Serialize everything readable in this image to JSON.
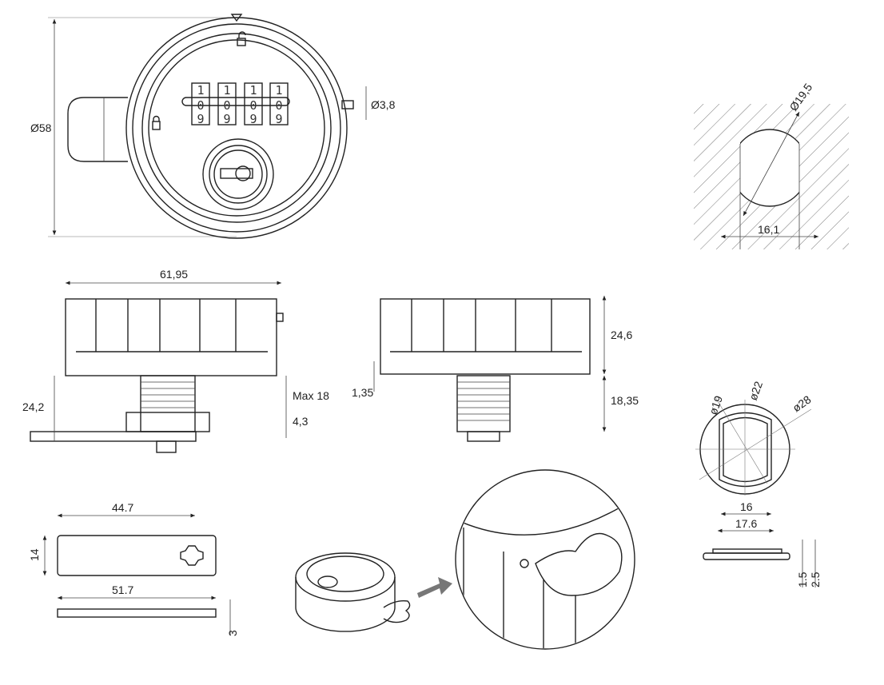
{
  "front_view": {
    "outer_diameter": "Ø58",
    "pin_diameter": "Ø3,8",
    "dial_digits": [
      {
        "top": "1",
        "mid": "0",
        "bottom": "9"
      },
      {
        "top": "1",
        "mid": "0",
        "bottom": "9"
      },
      {
        "top": "1",
        "mid": "0",
        "bottom": "9"
      },
      {
        "top": "1",
        "mid": "0",
        "bottom": "9"
      }
    ]
  },
  "cutout": {
    "diameter": "Ø19,5",
    "flat_width": "16,1"
  },
  "side_view_left": {
    "width": "61,95",
    "height": "24,2",
    "max_panel": "Max 18",
    "cam_offset": "4,3"
  },
  "side_view_right": {
    "body_height": "24,6",
    "gap": "1,35",
    "thread_length": "18,35"
  },
  "washer": {
    "d1": "ø19",
    "d2": "ø22",
    "d3": "ø28",
    "flat1": "16",
    "flat2": "17.6",
    "t1": "1.5",
    "t2": "2.5"
  },
  "cam_plate": {
    "hole_distance": "44.7",
    "width": "14",
    "length": "51.7",
    "thickness": "3"
  }
}
